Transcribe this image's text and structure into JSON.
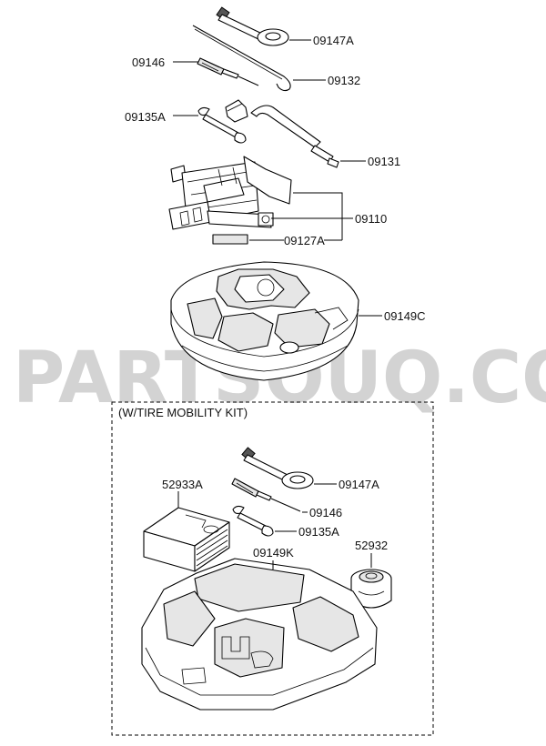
{
  "watermark": "PARTSOUQ.COM",
  "kit_caption": "(W/TIRE MOBILITY KIT)",
  "labels": {
    "p09147A_top": "09147A",
    "p09146_top": "09146",
    "p09132": "09132",
    "p09135A_top": "09135A",
    "p09131": "09131",
    "p09110": "09110",
    "p09127A": "09127A",
    "p09149C": "09149C",
    "p52933A": "52933A",
    "p09147A_kit": "09147A",
    "p09146_kit": "09146",
    "p09135A_kit": "09135A",
    "p09149K": "09149K",
    "p52932": "52932"
  }
}
